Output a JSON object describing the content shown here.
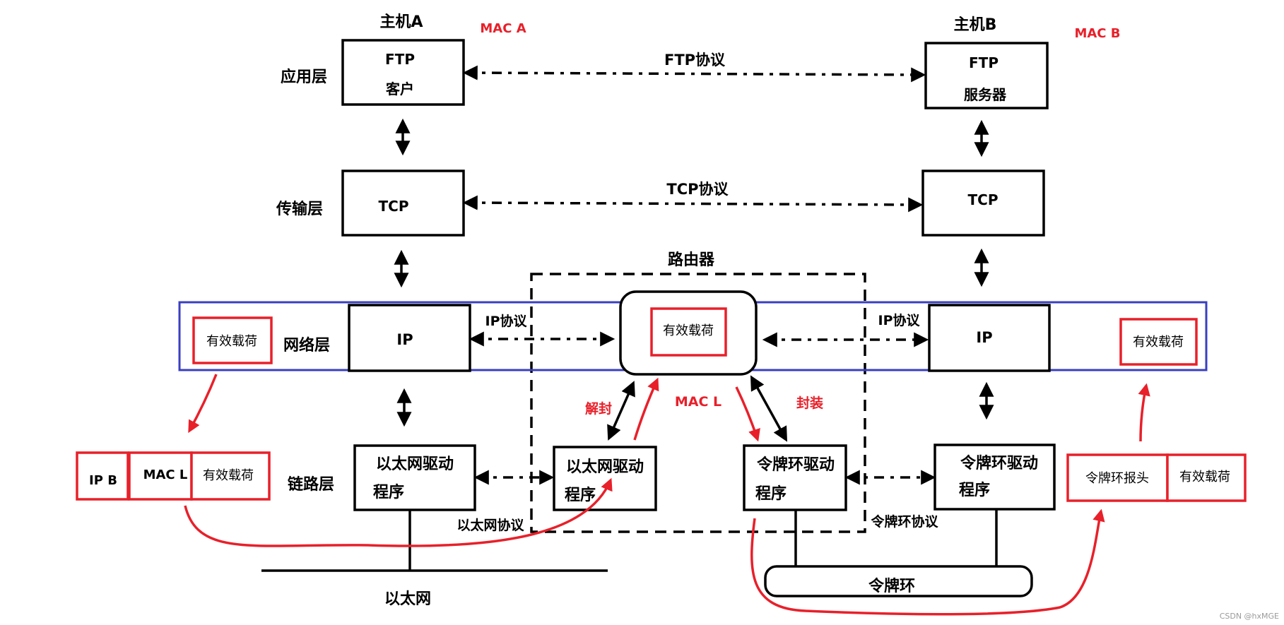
{
  "hosts": {
    "a": {
      "title": "主机A",
      "mac": "MAC A"
    },
    "b": {
      "title": "主机B",
      "mac": "MAC B"
    }
  },
  "layers": {
    "application": "应用层",
    "transport": "传输层",
    "network": "网络层",
    "link": "链路层"
  },
  "boxes": {
    "ftp_client": [
      "FTP",
      "客户"
    ],
    "ftp_server": [
      "FTP",
      "服务器"
    ],
    "tcp_a": "TCP",
    "tcp_b": "TCP",
    "ip_a": "IP",
    "ip_b": "IP",
    "eth_driver_a": [
      "以太网驱动",
      "程序"
    ],
    "eth_driver_router": [
      "以太网驱动",
      "程序"
    ],
    "token_driver_router": [
      "令牌环驱动",
      "程序"
    ],
    "token_driver_b": [
      "令牌环驱动",
      "程序"
    ]
  },
  "protocols": {
    "ftp": "FTP协议",
    "tcp": "TCP协议",
    "ip_left": "IP协议",
    "ip_right": "IP协议",
    "ethernet": "以太网协议",
    "token_ring": "令牌环协议"
  },
  "router": {
    "title": "路由器",
    "payload": "有效载荷",
    "mac": "MAC L",
    "decapsulate": "解封",
    "encapsulate": "封装"
  },
  "payloads": {
    "host_a": "有效载荷",
    "host_b": "有效载荷"
  },
  "frames": {
    "ethernet": [
      "IP B",
      "MAC L",
      "有效载荷"
    ],
    "token_ring": [
      "令牌环报头",
      "有效载荷"
    ]
  },
  "networks": {
    "ethernet": "以太网",
    "token_ring": "令牌环"
  },
  "watermark": "CSDN @hxMGE",
  "colors": {
    "black": "#000000",
    "red": "#e8202a",
    "blue": "#3a3fc0",
    "watermark": "#9a9a9a"
  }
}
